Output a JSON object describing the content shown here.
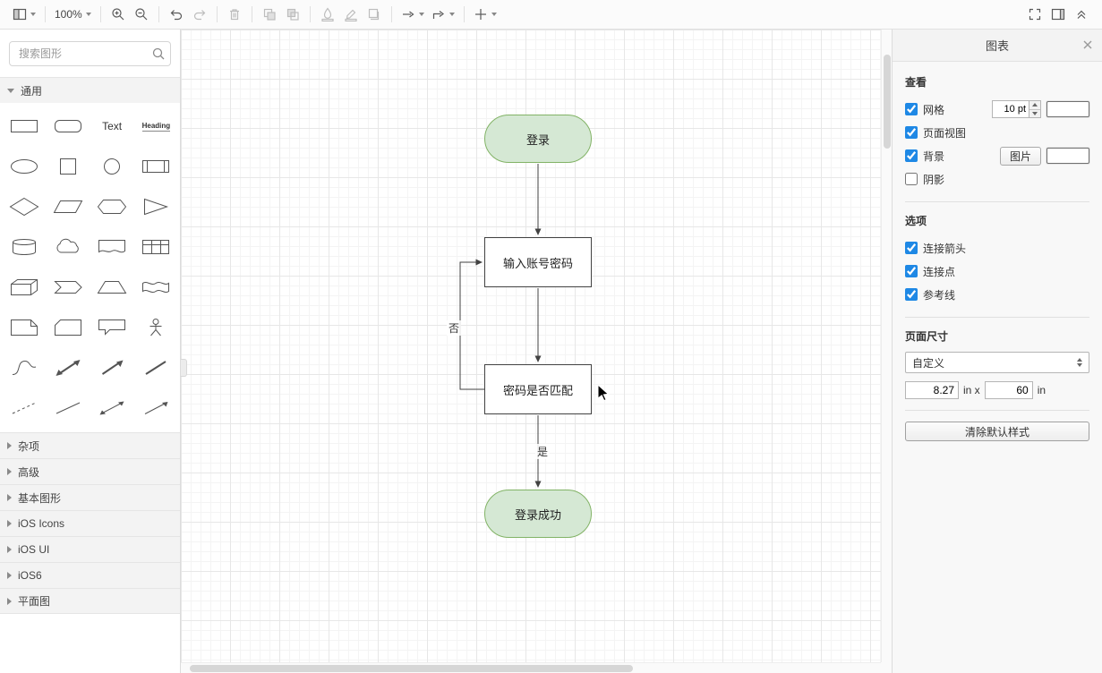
{
  "toolbar": {
    "zoom_value": "100%",
    "icons": [
      "view-menu",
      "zoom-in",
      "zoom-out",
      "undo",
      "redo",
      "delete",
      "to-front",
      "to-back",
      "fill-color",
      "line-color",
      "shadow",
      "connection-arrow",
      "waypoint-style",
      "insert",
      "fullscreen",
      "toggle-format-panel",
      "collapse-toolbar"
    ]
  },
  "sidebar": {
    "search": {
      "placeholder": "搜索图形"
    },
    "sections": [
      {
        "label": "通用",
        "expanded": true
      },
      {
        "label": "杂项",
        "expanded": false
      },
      {
        "label": "高级",
        "expanded": false
      },
      {
        "label": "基本图形",
        "expanded": false
      },
      {
        "label": "iOS Icons",
        "expanded": false
      },
      {
        "label": "iOS UI",
        "expanded": false
      },
      {
        "label": "iOS6",
        "expanded": false
      },
      {
        "label": "平面图",
        "expanded": false
      }
    ],
    "text_shape": "Text",
    "heading_shape": "Heading"
  },
  "canvas": {
    "nodes": {
      "start": {
        "label": "登录",
        "fill": "#d5e8d4",
        "border": "#82b366"
      },
      "input": {
        "label": "输入账号密码",
        "fill": "#ffffff",
        "border": "#424242"
      },
      "decision": {
        "label": "密码是否匹配",
        "fill": "#ffffff",
        "border": "#424242"
      },
      "end": {
        "label": "登录成功",
        "fill": "#d5e8d4",
        "border": "#82b366"
      }
    },
    "edges": {
      "no_label": "否",
      "yes_label": "是"
    }
  },
  "format_panel": {
    "title": "图表",
    "view": {
      "title": "查看",
      "grid": {
        "label": "网格",
        "checked": true,
        "size_value": "10 pt"
      },
      "page_view": {
        "label": "页面视图",
        "checked": true
      },
      "background": {
        "label": "背景",
        "checked": true,
        "image_button": "图片"
      },
      "shadow": {
        "label": "阴影",
        "checked": false
      }
    },
    "options": {
      "title": "选项",
      "items": [
        {
          "label": "连接箭头",
          "checked": true
        },
        {
          "label": "连接点",
          "checked": true
        },
        {
          "label": "参考线",
          "checked": true
        }
      ]
    },
    "page_size": {
      "title": "页面尺寸",
      "preset": "自定义",
      "width_value": "8.27",
      "between_label": "in x",
      "height_value": "60",
      "unit_label": "in"
    },
    "clear_button_label": "清除默认样式"
  },
  "colors": {
    "accent_blue": "#1e88e5",
    "node_green_fill": "#d5e8d4",
    "node_green_border": "#82b366",
    "line_color_bar": "#3b85d6"
  }
}
